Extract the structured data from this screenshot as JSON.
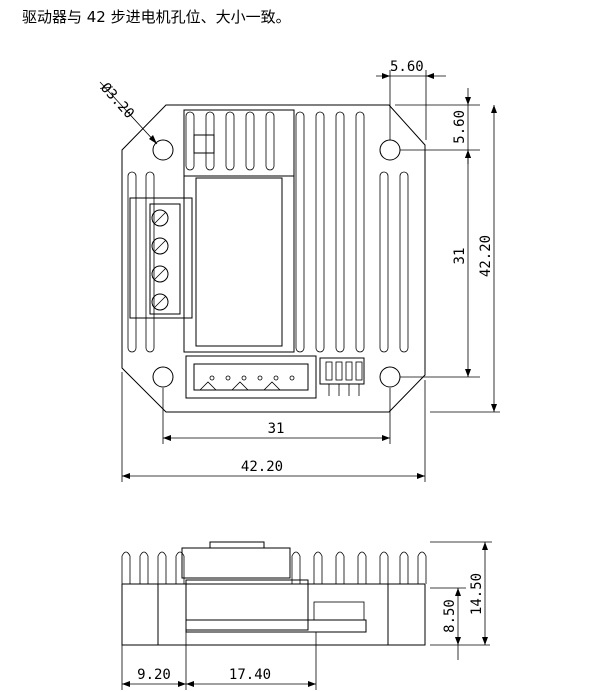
{
  "caption": "驱动器与 42 步进电机孔位、大小一致。",
  "top_view": {
    "hole_diameter": "Ø3.20",
    "offset_horizontal": "5.60",
    "offset_vertical": "5.60",
    "hole_spacing_vertical": "31",
    "height_total": "42.20",
    "hole_spacing_horizontal": "31",
    "width_total": "42.20"
  },
  "side_view": {
    "board_height": "8.50",
    "total_height": "14.50",
    "left_offset": "9.20",
    "board_width": "17.40"
  }
}
